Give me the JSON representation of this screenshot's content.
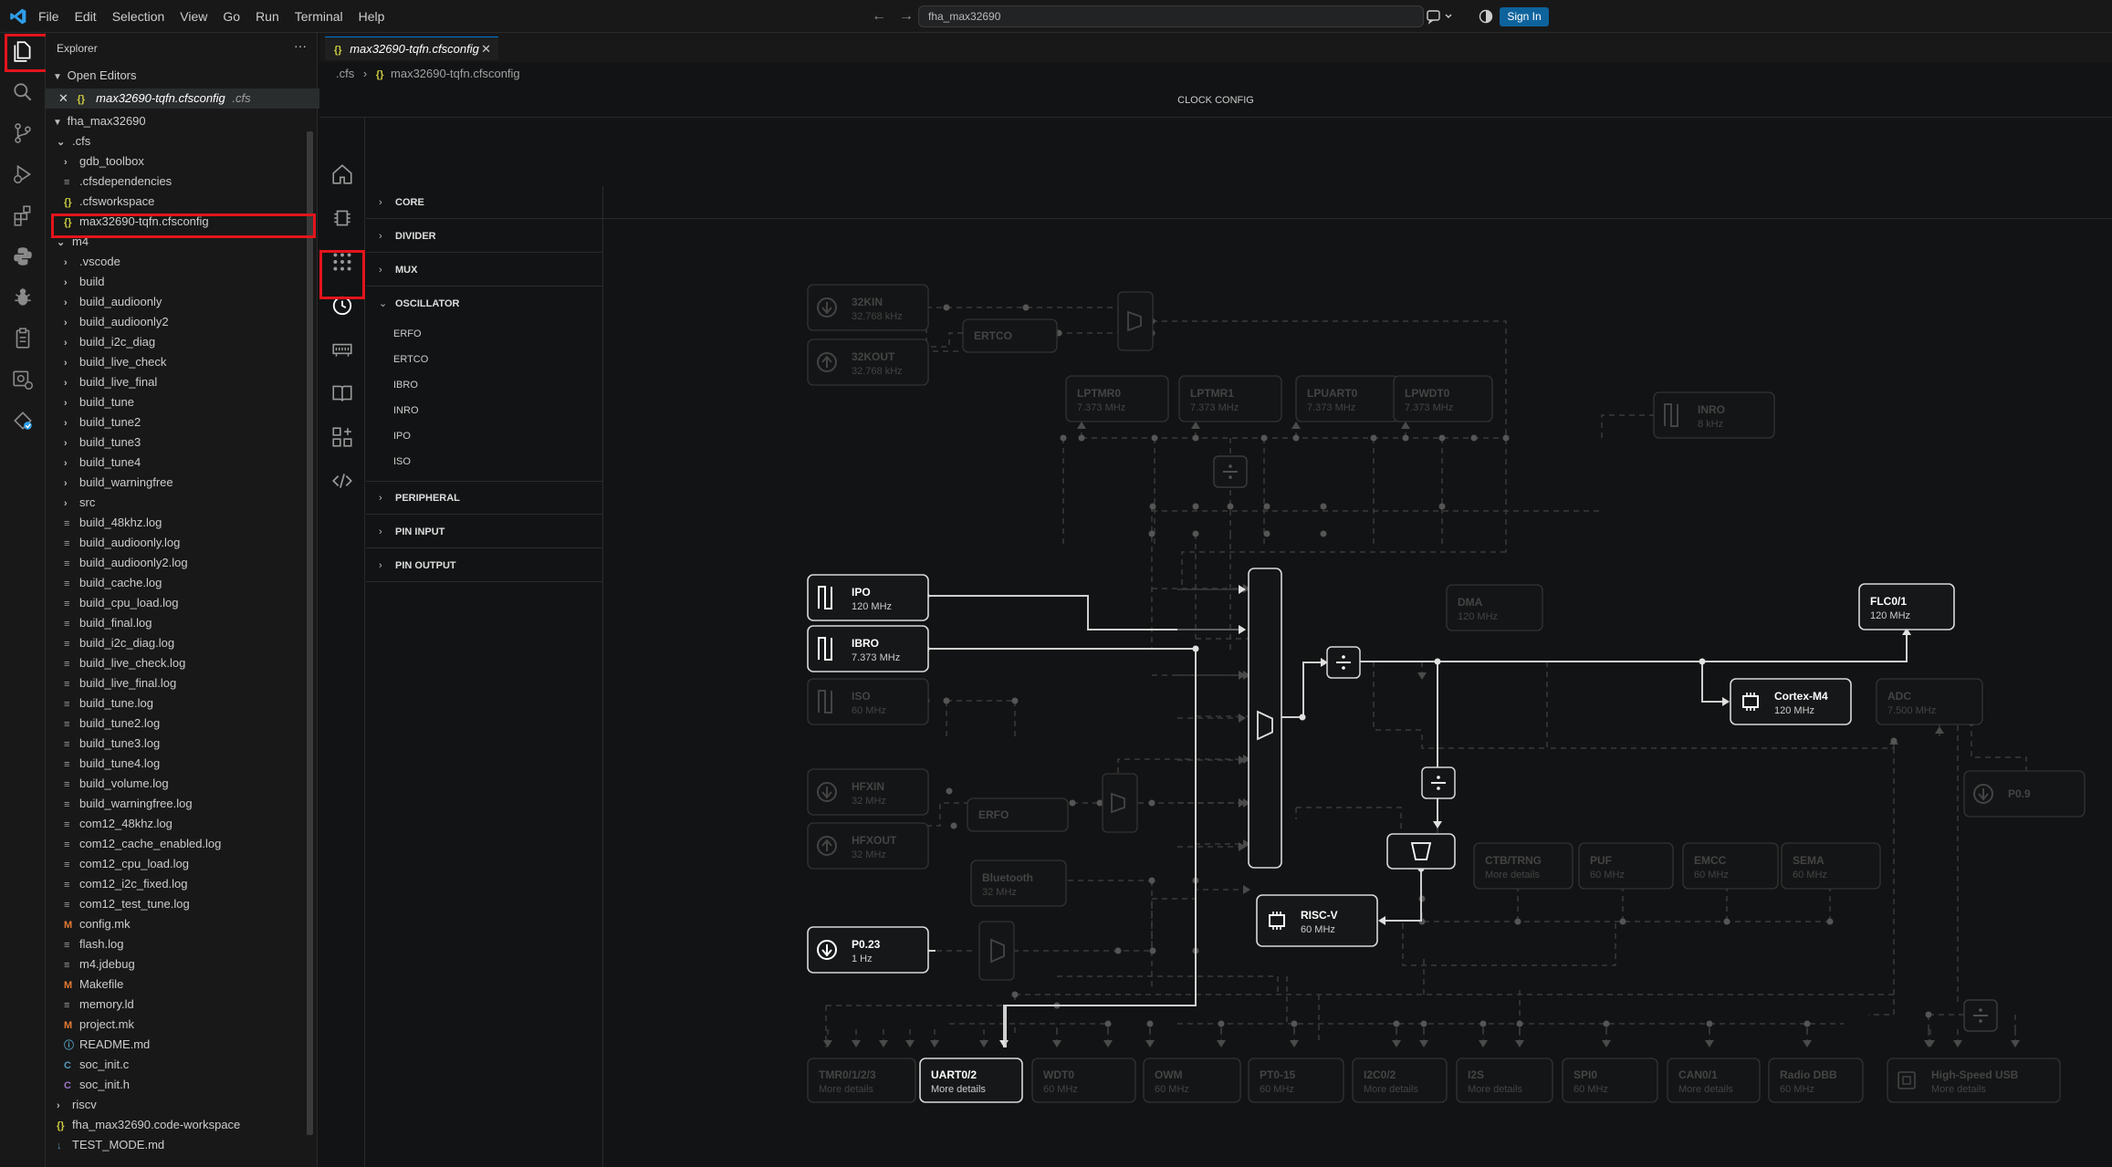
{
  "menu": {
    "items": [
      "File",
      "Edit",
      "Selection",
      "View",
      "Go",
      "Run",
      "Terminal",
      "Help"
    ]
  },
  "titlebar": {
    "search_text": "fha_max32690",
    "signin_label": "Sign In",
    "nav_back_icon": "arrow-left-icon",
    "nav_forward_icon": "arrow-right-icon"
  },
  "activitybar": {
    "icons": [
      "explorer-icon",
      "search-icon",
      "source-control-icon",
      "run-debug-icon",
      "extensions-icon",
      "python-icon",
      "debug-bug-icon",
      "test-icon",
      "remote-icon",
      "cfs-icon"
    ]
  },
  "sidebar": {
    "title": "Explorer",
    "open_editors_label": "Open Editors",
    "open_editor_file": "max32690-tqfn.cfsconfig",
    "open_editor_path": ".cfs",
    "root_folder": "fha_max32690",
    "tree": [
      {
        "label": ".cfs",
        "type": "folder-open",
        "indent": 1
      },
      {
        "label": "gdb_toolbox",
        "type": "folder",
        "indent": 2
      },
      {
        "label": ".cfsdependencies",
        "type": "file",
        "indent": 2
      },
      {
        "label": ".cfsworkspace",
        "type": "json",
        "indent": 2
      },
      {
        "label": "max32690-tqfn.cfsconfig",
        "type": "json",
        "indent": 2
      },
      {
        "label": "m4",
        "type": "folder-open",
        "indent": 1
      },
      {
        "label": ".vscode",
        "type": "folder",
        "indent": 2
      },
      {
        "label": "build",
        "type": "folder",
        "indent": 2
      },
      {
        "label": "build_audioonly",
        "type": "folder",
        "indent": 2
      },
      {
        "label": "build_audioonly2",
        "type": "folder",
        "indent": 2
      },
      {
        "label": "build_i2c_diag",
        "type": "folder",
        "indent": 2
      },
      {
        "label": "build_live_check",
        "type": "folder",
        "indent": 2
      },
      {
        "label": "build_live_final",
        "type": "folder",
        "indent": 2
      },
      {
        "label": "build_tune",
        "type": "folder",
        "indent": 2
      },
      {
        "label": "build_tune2",
        "type": "folder",
        "indent": 2
      },
      {
        "label": "build_tune3",
        "type": "folder",
        "indent": 2
      },
      {
        "label": "build_tune4",
        "type": "folder",
        "indent": 2
      },
      {
        "label": "build_warningfree",
        "type": "folder",
        "indent": 2
      },
      {
        "label": "src",
        "type": "folder",
        "indent": 2
      },
      {
        "label": "build_48khz.log",
        "type": "file",
        "indent": 2
      },
      {
        "label": "build_audioonly.log",
        "type": "file",
        "indent": 2
      },
      {
        "label": "build_audioonly2.log",
        "type": "file",
        "indent": 2
      },
      {
        "label": "build_cache.log",
        "type": "file",
        "indent": 2
      },
      {
        "label": "build_cpu_load.log",
        "type": "file",
        "indent": 2
      },
      {
        "label": "build_final.log",
        "type": "file",
        "indent": 2
      },
      {
        "label": "build_i2c_diag.log",
        "type": "file",
        "indent": 2
      },
      {
        "label": "build_live_check.log",
        "type": "file",
        "indent": 2
      },
      {
        "label": "build_live_final.log",
        "type": "file",
        "indent": 2
      },
      {
        "label": "build_tune.log",
        "type": "file",
        "indent": 2
      },
      {
        "label": "build_tune2.log",
        "type": "file",
        "indent": 2
      },
      {
        "label": "build_tune3.log",
        "type": "file",
        "indent": 2
      },
      {
        "label": "build_tune4.log",
        "type": "file",
        "indent": 2
      },
      {
        "label": "build_volume.log",
        "type": "file",
        "indent": 2
      },
      {
        "label": "build_warningfree.log",
        "type": "file",
        "indent": 2
      },
      {
        "label": "com12_48khz.log",
        "type": "file",
        "indent": 2
      },
      {
        "label": "com12_cache_enabled.log",
        "type": "file",
        "indent": 2
      },
      {
        "label": "com12_cpu_load.log",
        "type": "file",
        "indent": 2
      },
      {
        "label": "com12_i2c_fixed.log",
        "type": "file",
        "indent": 2
      },
      {
        "label": "com12_test_tune.log",
        "type": "file",
        "indent": 2
      },
      {
        "label": "config.mk",
        "type": "make",
        "indent": 2
      },
      {
        "label": "flash.log",
        "type": "file",
        "indent": 2
      },
      {
        "label": "m4.jdebug",
        "type": "file",
        "indent": 2
      },
      {
        "label": "Makefile",
        "type": "make",
        "indent": 2
      },
      {
        "label": "memory.ld",
        "type": "file",
        "indent": 2
      },
      {
        "label": "project.mk",
        "type": "make",
        "indent": 2
      },
      {
        "label": "README.md",
        "type": "info",
        "indent": 2
      },
      {
        "label": "soc_init.c",
        "type": "c",
        "indent": 2
      },
      {
        "label": "soc_init.h",
        "type": "h",
        "indent": 2
      },
      {
        "label": "riscv",
        "type": "folder",
        "indent": 1
      },
      {
        "label": "fha_max32690.code-workspace",
        "type": "json",
        "indent": 1
      },
      {
        "label": "TEST_MODE.md",
        "type": "md",
        "indent": 1
      }
    ]
  },
  "editor": {
    "tab_label": "max32690-tqfn.cfsconfig",
    "breadcrumb": [
      ".cfs",
      "max32690-tqfn.cfsconfig"
    ],
    "header": "CLOCK CONFIG",
    "sdk_icons": [
      "home-icon",
      "chip-icon",
      "pin-mux-icon",
      "clock-icon",
      "memory-icon",
      "docs-icon",
      "components-icon",
      "code-icon"
    ]
  },
  "categories": [
    {
      "label": "CORE",
      "expanded": false
    },
    {
      "label": "DIVIDER",
      "expanded": false
    },
    {
      "label": "MUX",
      "expanded": false
    },
    {
      "label": "OSCILLATOR",
      "expanded": true,
      "items": [
        "ERFO",
        "ERTCO",
        "IBRO",
        "INRO",
        "IPO",
        "ISO"
      ]
    },
    {
      "label": "PERIPHERAL",
      "expanded": false
    },
    {
      "label": "PIN INPUT",
      "expanded": false
    },
    {
      "label": "PIN OUTPUT",
      "expanded": false
    }
  ],
  "diagram": {
    "nodes": [
      {
        "id": "32kin",
        "name": "32KIN",
        "sub": "32.768 kHz",
        "active": false,
        "icon": "in"
      },
      {
        "id": "32kout",
        "name": "32KOUT",
        "sub": "32.768 kHz",
        "active": false,
        "icon": "out"
      },
      {
        "id": "ertco",
        "name": "ERTCO",
        "sub": "",
        "active": false,
        "icon": "none"
      },
      {
        "id": "lptmr0",
        "name": "LPTMR0",
        "sub": "7.373 MHz",
        "active": false,
        "icon": "none"
      },
      {
        "id": "lptmr1",
        "name": "LPTMR1",
        "sub": "7.373 MHz",
        "active": false,
        "icon": "none"
      },
      {
        "id": "lpuart0",
        "name": "LPUART0",
        "sub": "7.373 MHz",
        "active": false,
        "icon": "none"
      },
      {
        "id": "lpwdt0",
        "name": "LPWDT0",
        "sub": "7.373 MHz",
        "active": false,
        "icon": "none"
      },
      {
        "id": "inro",
        "name": "INRO",
        "sub": "8 kHz",
        "active": false,
        "icon": "wave"
      },
      {
        "id": "ipo",
        "name": "IPO",
        "sub": "120 MHz",
        "active": true,
        "icon": "wave"
      },
      {
        "id": "ibro",
        "name": "IBRO",
        "sub": "7.373 MHz",
        "active": true,
        "icon": "wave"
      },
      {
        "id": "iso",
        "name": "ISO",
        "sub": "60 MHz",
        "active": false,
        "icon": "wave"
      },
      {
        "id": "hfxin",
        "name": "HFXIN",
        "sub": "32 MHz",
        "active": false,
        "icon": "in"
      },
      {
        "id": "hfxout",
        "name": "HFXOUT",
        "sub": "32 MHz",
        "active": false,
        "icon": "out"
      },
      {
        "id": "erfo",
        "name": "ERFO",
        "sub": "",
        "active": false,
        "icon": "none"
      },
      {
        "id": "bluetooth",
        "name": "Bluetooth",
        "sub": "32 MHz",
        "active": false,
        "icon": "none"
      },
      {
        "id": "p023",
        "name": "P0.23",
        "sub": "1 Hz",
        "active": true,
        "icon": "in"
      },
      {
        "id": "dma",
        "name": "DMA",
        "sub": "120 MHz",
        "active": false,
        "icon": "none"
      },
      {
        "id": "flc",
        "name": "FLC0/1",
        "sub": "120 MHz",
        "active": true,
        "icon": "none"
      },
      {
        "id": "cortex",
        "name": "Cortex-M4",
        "sub": "120 MHz",
        "active": true,
        "icon": "cpu"
      },
      {
        "id": "adc",
        "name": "ADC",
        "sub": "7.500 MHz",
        "active": false,
        "icon": "none"
      },
      {
        "id": "p09",
        "name": "P0.9",
        "sub": "",
        "active": false,
        "icon": "in"
      },
      {
        "id": "ctb",
        "name": "CTB/TRNG",
        "sub": "More details",
        "active": false,
        "icon": "none"
      },
      {
        "id": "puf",
        "name": "PUF",
        "sub": "60 MHz",
        "active": false,
        "icon": "none"
      },
      {
        "id": "emcc",
        "name": "EMCC",
        "sub": "60 MHz",
        "active": false,
        "icon": "none"
      },
      {
        "id": "sema",
        "name": "SEMA",
        "sub": "60 MHz",
        "active": false,
        "icon": "none"
      },
      {
        "id": "riscv",
        "name": "RISC-V",
        "sub": "60 MHz",
        "active": true,
        "icon": "cpu"
      },
      {
        "id": "tmr",
        "name": "TMR0/1/2/3",
        "sub": "More details",
        "active": false,
        "icon": "none"
      },
      {
        "id": "uart",
        "name": "UART0/2",
        "sub": "More details",
        "active": true,
        "icon": "none"
      },
      {
        "id": "wdt0",
        "name": "WDT0",
        "sub": "60 MHz",
        "active": false,
        "icon": "none"
      },
      {
        "id": "owm",
        "name": "OWM",
        "sub": "60 MHz",
        "active": false,
        "icon": "none"
      },
      {
        "id": "pt",
        "name": "PT0-15",
        "sub": "60 MHz",
        "active": false,
        "icon": "none"
      },
      {
        "id": "i2c",
        "name": "I2C0/2",
        "sub": "More details",
        "active": false,
        "icon": "none"
      },
      {
        "id": "i2s",
        "name": "I2S",
        "sub": "More details",
        "active": false,
        "icon": "none"
      },
      {
        "id": "spi0",
        "name": "SPI0",
        "sub": "60 MHz",
        "active": false,
        "icon": "none"
      },
      {
        "id": "can",
        "name": "CAN0/1",
        "sub": "More details",
        "active": false,
        "icon": "none"
      },
      {
        "id": "radio",
        "name": "Radio DBB",
        "sub": "60 MHz",
        "active": false,
        "icon": "none"
      },
      {
        "id": "hsusb",
        "name": "High-Speed USB",
        "sub": "More details",
        "active": false,
        "icon": "usb"
      }
    ]
  },
  "colors": {
    "accent": "#0078d4",
    "highlight": "#e3141c",
    "signin": "#0e639c",
    "json_icon": "#cbcb41",
    "make_icon": "#e37933",
    "c_icon": "#519aba",
    "h_icon": "#a074c4"
  }
}
